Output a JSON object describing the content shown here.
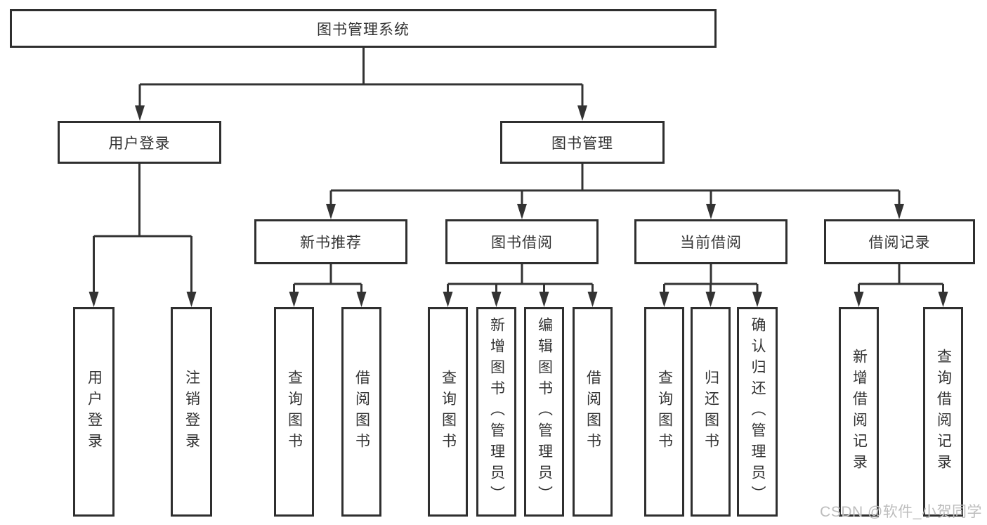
{
  "diagram": {
    "tree": {
      "label": "图书管理系统",
      "children": [
        {
          "label": "用户登录",
          "children": [
            {
              "label": "用户登录"
            },
            {
              "label": "注销登录"
            }
          ]
        },
        {
          "label": "图书管理",
          "children": [
            {
              "label": "新书推荐",
              "children": [
                {
                  "label": "查询图书"
                },
                {
                  "label": "借阅图书"
                }
              ]
            },
            {
              "label": "图书借阅",
              "children": [
                {
                  "label": "查询图书"
                },
                {
                  "label": "新增图书（管理员）"
                },
                {
                  "label": "编辑图书（管理员）"
                },
                {
                  "label": "借阅图书"
                }
              ]
            },
            {
              "label": "当前借阅",
              "children": [
                {
                  "label": "查询图书"
                },
                {
                  "label": "归还图书"
                },
                {
                  "label": "确认归还（管理员）"
                }
              ]
            },
            {
              "label": "借阅记录",
              "children": [
                {
                  "label": "新增借阅记录"
                },
                {
                  "label": "查询借阅记录"
                }
              ]
            }
          ]
        }
      ]
    },
    "watermark": "CSDN @软件_小贺同学",
    "colors": {
      "line": "#333333",
      "box_border": "#2f2f2f",
      "box_fill": "#ffffff",
      "text": "#333333",
      "watermark": "#bdbdbd",
      "background": "#ffffff"
    }
  }
}
